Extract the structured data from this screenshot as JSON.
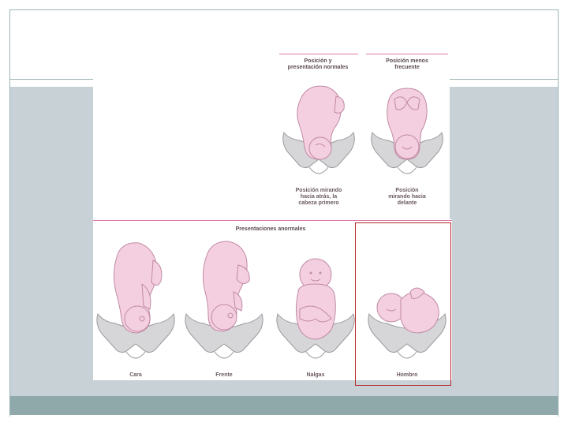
{
  "headings": {
    "normal": "Posición y\npresentación normales",
    "less_frequent": "Posición menos\nfrecuente",
    "abnormal": "Presentaciones anormales"
  },
  "captions": {
    "looking_back": "Posición mirando\nhacia atrás, la\ncabeza primero",
    "looking_forward": "Posición\nmirando hacia\ndelante",
    "face": "Cara",
    "brow": "Frente",
    "breech": "Nalgas",
    "shoulder": "Hombro"
  },
  "colors": {
    "fetus": "#f4cfe0",
    "fetus_outline": "#c08aa4",
    "pelvis": "#d6d6d8",
    "pelvis_outline": "#9a9a9e",
    "accent_line": "#e07aa8",
    "highlight": "#b52a2a"
  }
}
